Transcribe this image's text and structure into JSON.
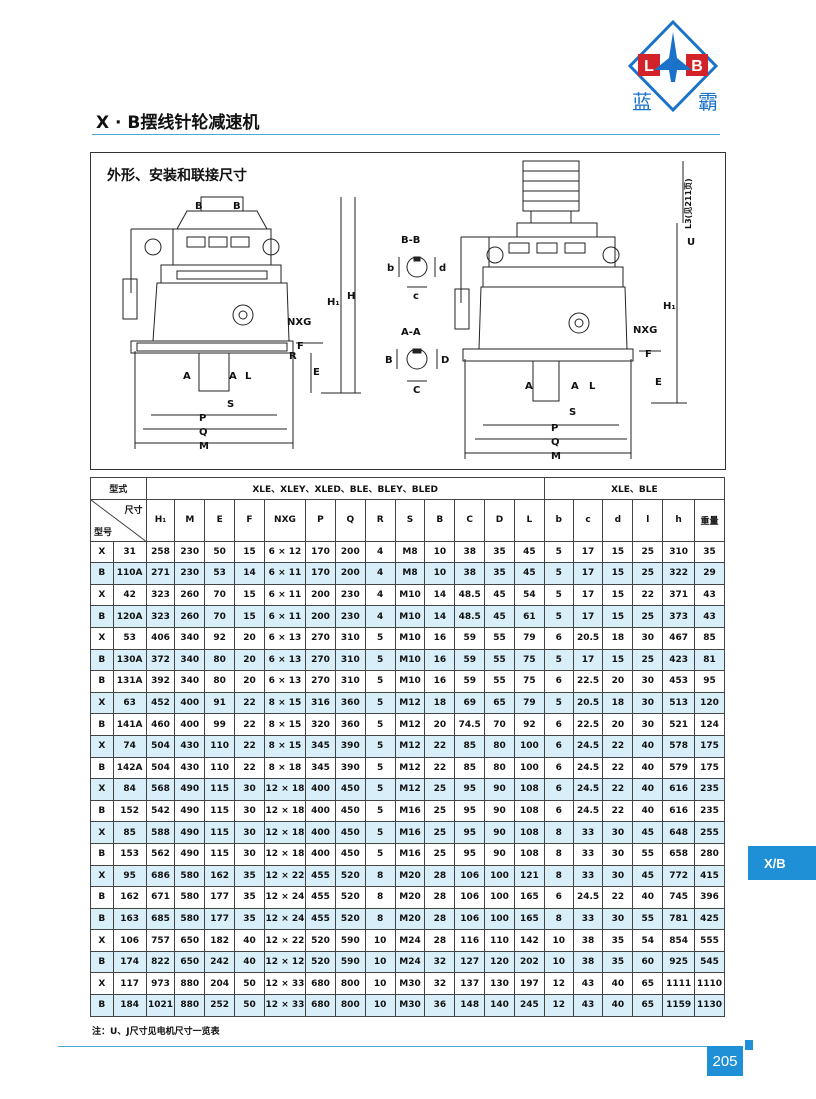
{
  "brand": {
    "logo_letters": "L B",
    "name_char_1": "蓝",
    "name_char_2": "霸",
    "color": "#1a73c8"
  },
  "page_title": "X · B摆线针轮减速机",
  "drawing": {
    "caption": "外形、安装和联接尺寸",
    "labels": {
      "B_left": "B",
      "B_right": "B",
      "Hi": "H₁",
      "H": "H",
      "NXG": "NXG",
      "F": "F",
      "R": "R",
      "E": "E",
      "A1": "A",
      "A2": "A",
      "L": "L",
      "S": "S",
      "P": "P",
      "Q": "Q",
      "M": "M",
      "BB": "B-B",
      "b": "b",
      "d": "d",
      "c": "c",
      "AA": "A-A",
      "B_sec": "B",
      "D_sec": "D",
      "C_sec": "C",
      "U": "U",
      "L3": "L3(见211页)",
      "H1r": "H₁",
      "NXGr": "NXG",
      "Fr": "F",
      "Er": "E",
      "Ar1": "A",
      "Ar2": "A",
      "Lr": "L",
      "Sr": "S",
      "Pr": "P",
      "Qr": "Q",
      "Mr": "M"
    }
  },
  "table": {
    "title_model": "型式",
    "group_left": "XLE、XLEY、XLED、BLE、BLEY、BLED",
    "group_right": "XLE、BLE",
    "diag_top": "尺寸",
    "diag_bottom": "型号",
    "columns": [
      "H₁",
      "M",
      "E",
      "F",
      "NXG",
      "P",
      "Q",
      "R",
      "S",
      "B",
      "C",
      "D",
      "L",
      "b",
      "c",
      "d",
      "l",
      "h",
      "重量"
    ],
    "rows": [
      [
        "X",
        "31",
        "258",
        "230",
        "50",
        "15",
        "6 × 12",
        "170",
        "200",
        "4",
        "M8",
        "10",
        "38",
        "35",
        "45",
        "5",
        "17",
        "15",
        "25",
        "310",
        "35"
      ],
      [
        "B",
        "110A",
        "271",
        "230",
        "53",
        "14",
        "6 × 11",
        "170",
        "200",
        "4",
        "M8",
        "10",
        "38",
        "35",
        "45",
        "5",
        "17",
        "15",
        "25",
        "322",
        "29"
      ],
      [
        "X",
        "42",
        "323",
        "260",
        "70",
        "15",
        "6 × 11",
        "200",
        "230",
        "4",
        "M10",
        "14",
        "48.5",
        "45",
        "54",
        "5",
        "17",
        "15",
        "22",
        "371",
        "43"
      ],
      [
        "B",
        "120A",
        "323",
        "260",
        "70",
        "15",
        "6 × 11",
        "200",
        "230",
        "4",
        "M10",
        "14",
        "48.5",
        "45",
        "61",
        "5",
        "17",
        "15",
        "25",
        "373",
        "43"
      ],
      [
        "X",
        "53",
        "406",
        "340",
        "92",
        "20",
        "6 × 13",
        "270",
        "310",
        "5",
        "M10",
        "16",
        "59",
        "55",
        "79",
        "6",
        "20.5",
        "18",
        "30",
        "467",
        "85"
      ],
      [
        "B",
        "130A",
        "372",
        "340",
        "80",
        "20",
        "6 × 13",
        "270",
        "310",
        "5",
        "M10",
        "16",
        "59",
        "55",
        "75",
        "5",
        "17",
        "15",
        "25",
        "423",
        "81"
      ],
      [
        "B",
        "131A",
        "392",
        "340",
        "80",
        "20",
        "6 × 13",
        "270",
        "310",
        "5",
        "M10",
        "16",
        "59",
        "55",
        "75",
        "6",
        "22.5",
        "20",
        "30",
        "453",
        "95"
      ],
      [
        "X",
        "63",
        "452",
        "400",
        "91",
        "22",
        "8 × 15",
        "316",
        "360",
        "5",
        "M12",
        "18",
        "69",
        "65",
        "79",
        "5",
        "20.5",
        "18",
        "30",
        "513",
        "120"
      ],
      [
        "B",
        "141A",
        "460",
        "400",
        "99",
        "22",
        "8 × 15",
        "320",
        "360",
        "5",
        "M12",
        "20",
        "74.5",
        "70",
        "92",
        "6",
        "22.5",
        "20",
        "30",
        "521",
        "124"
      ],
      [
        "X",
        "74",
        "504",
        "430",
        "110",
        "22",
        "8 × 15",
        "345",
        "390",
        "5",
        "M12",
        "22",
        "85",
        "80",
        "100",
        "6",
        "24.5",
        "22",
        "40",
        "578",
        "175"
      ],
      [
        "B",
        "142A",
        "504",
        "430",
        "110",
        "22",
        "8 × 18",
        "345",
        "390",
        "5",
        "M12",
        "22",
        "85",
        "80",
        "100",
        "6",
        "24.5",
        "22",
        "40",
        "579",
        "175"
      ],
      [
        "X",
        "84",
        "568",
        "490",
        "115",
        "30",
        "12 × 18",
        "400",
        "450",
        "5",
        "M12",
        "25",
        "95",
        "90",
        "108",
        "6",
        "24.5",
        "22",
        "40",
        "616",
        "235"
      ],
      [
        "B",
        "152",
        "542",
        "490",
        "115",
        "30",
        "12 × 18",
        "400",
        "450",
        "5",
        "M16",
        "25",
        "95",
        "90",
        "108",
        "6",
        "24.5",
        "22",
        "40",
        "616",
        "235"
      ],
      [
        "X",
        "85",
        "588",
        "490",
        "115",
        "30",
        "12 × 18",
        "400",
        "450",
        "5",
        "M16",
        "25",
        "95",
        "90",
        "108",
        "8",
        "33",
        "30",
        "45",
        "648",
        "255"
      ],
      [
        "B",
        "153",
        "562",
        "490",
        "115",
        "30",
        "12 × 18",
        "400",
        "450",
        "5",
        "M16",
        "25",
        "95",
        "90",
        "108",
        "8",
        "33",
        "30",
        "55",
        "658",
        "280"
      ],
      [
        "X",
        "95",
        "686",
        "580",
        "162",
        "35",
        "12 × 22",
        "455",
        "520",
        "8",
        "M20",
        "28",
        "106",
        "100",
        "121",
        "8",
        "33",
        "30",
        "45",
        "772",
        "415"
      ],
      [
        "B",
        "162",
        "671",
        "580",
        "177",
        "35",
        "12 × 24",
        "455",
        "520",
        "8",
        "M20",
        "28",
        "106",
        "100",
        "165",
        "6",
        "24.5",
        "22",
        "40",
        "745",
        "396"
      ],
      [
        "B",
        "163",
        "685",
        "580",
        "177",
        "35",
        "12 × 24",
        "455",
        "520",
        "8",
        "M20",
        "28",
        "106",
        "100",
        "165",
        "8",
        "33",
        "30",
        "55",
        "781",
        "425"
      ],
      [
        "X",
        "106",
        "757",
        "650",
        "182",
        "40",
        "12 × 22",
        "520",
        "590",
        "10",
        "M24",
        "28",
        "116",
        "110",
        "142",
        "10",
        "38",
        "35",
        "54",
        "854",
        "555"
      ],
      [
        "B",
        "174",
        "822",
        "650",
        "242",
        "40",
        "12 × 12",
        "520",
        "590",
        "10",
        "M24",
        "32",
        "127",
        "120",
        "202",
        "10",
        "38",
        "35",
        "60",
        "925",
        "545"
      ],
      [
        "X",
        "117",
        "973",
        "880",
        "204",
        "50",
        "12 × 33",
        "680",
        "800",
        "10",
        "M30",
        "32",
        "137",
        "130",
        "197",
        "12",
        "43",
        "40",
        "65",
        "1111",
        "1110"
      ],
      [
        "B",
        "184",
        "1021",
        "880",
        "252",
        "50",
        "12 × 33",
        "680",
        "800",
        "10",
        "M30",
        "36",
        "148",
        "140",
        "245",
        "12",
        "43",
        "40",
        "65",
        "1159",
        "1130"
      ]
    ]
  },
  "note": "注：U、J尺寸见电机尺寸一览表",
  "side_tab": "X/B",
  "page_number": "205",
  "accent_color": "#1f8fd6"
}
